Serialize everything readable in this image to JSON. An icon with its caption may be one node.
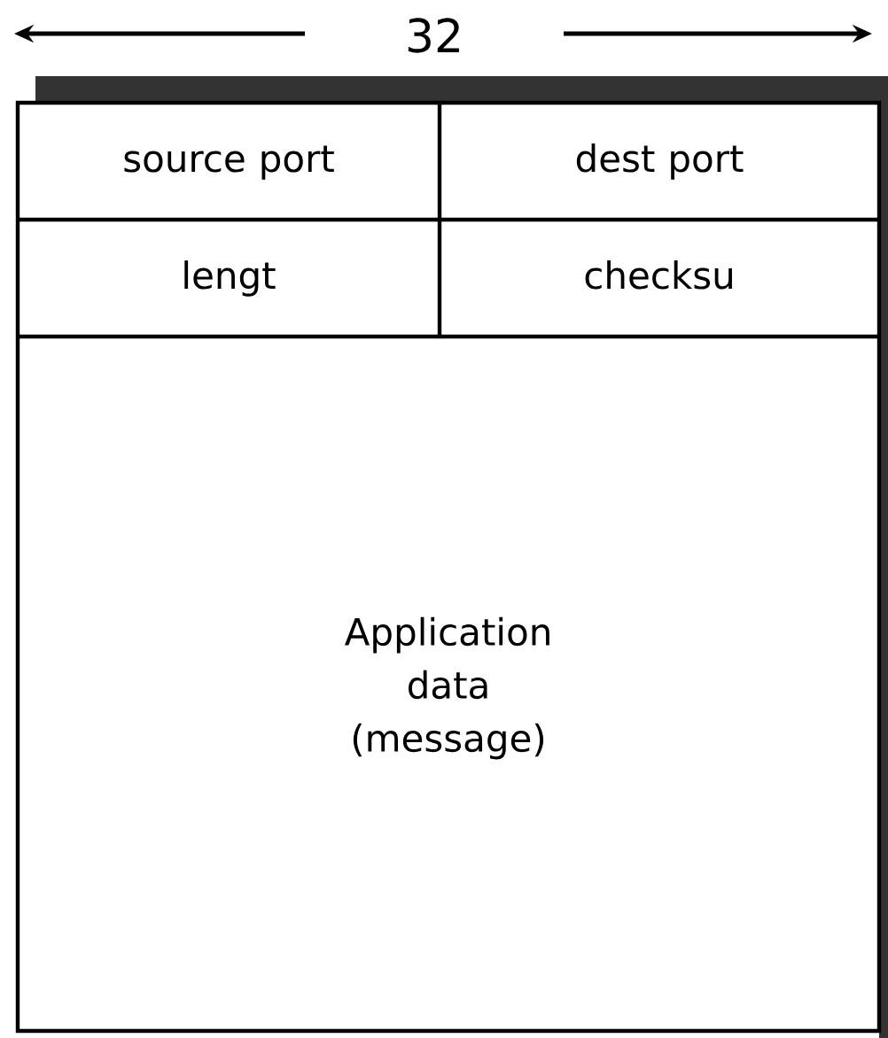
{
  "diagram": {
    "nodes": [
      {
        "text": [
          "source port"
        ]
      },
      {
        "text": [
          "dest port"
        ]
      },
      {
        "text": [
          "lengt"
        ]
      },
      {
        "text": [
          "checksu"
        ]
      },
      {
        "text": [
          "Application data (message)"
        ]
      }
    ],
    "labels": [
      "32"
    ]
  }
}
